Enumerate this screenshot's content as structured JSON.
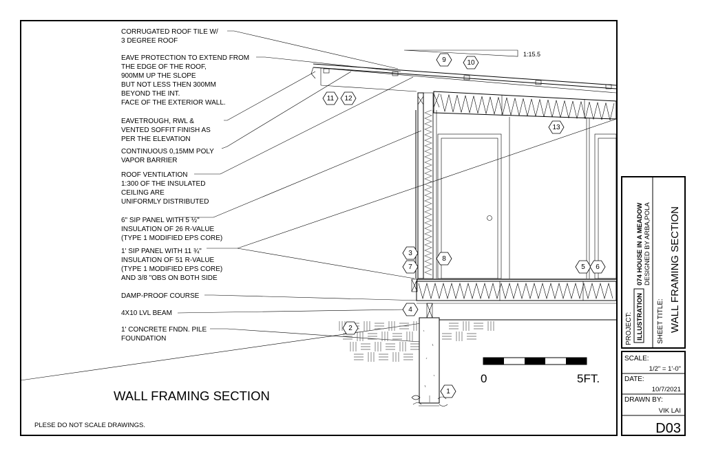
{
  "notes": {
    "roof_tile": [
      "CORRUGATED ROOF TILE W/",
      "3 DEGREE ROOF"
    ],
    "eave_protection": [
      "EAVE PROTECTION TO EXTEND FROM",
      "THE EDGE OF THE ROOF,",
      "900MM UP THE SLOPE",
      "BUT NOT LESS THEN 300MM",
      "BEYOND THE INT.",
      "FACE OF THE EXTERIOR WALL."
    ],
    "eavetrough": [
      "EAVETROUGH, RWL &",
      "VENTED SOFFIT  FINISH AS",
      "PER THE ELEVATION"
    ],
    "poly": [
      "CONTINUOUS 0,15MM POLY",
      "VAPOR BARRIER"
    ],
    "ventilation": [
      "ROOF VENTILATION",
      "1:300 OF THE INSULATED",
      "CEILING ARE",
      "UNIFORMLY DISTRIBUTED"
    ],
    "sip6": [
      "6\" SIP PANEL WITH 5 ½\"",
      "INSULATION OF 26 R-VALUE",
      "(TYPE 1 MODIFIED EPS CORE)"
    ],
    "sip1": [
      "1' SIP PANEL WITH 11 ¾\"",
      "INSULATION OF 51 R-VALUE",
      "(TYPE 1 MODIFIED EPS CORE)",
      "AND 3/8 \"OBS ON BOTH SIDE"
    ],
    "damp": [
      "DAMP-PROOF COURSE"
    ],
    "beam": [
      "4X10 LVL BEAM"
    ],
    "pile": [
      "1' CONCRETE FNDN. PILE",
      "FOUNDATION"
    ]
  },
  "tags": [
    "1",
    "2",
    "3",
    "4",
    "5",
    "6",
    "7",
    "8",
    "9",
    "10",
    "11",
    "12",
    "13"
  ],
  "slope_label": "1:15.5",
  "scale_bar": {
    "start": "0",
    "end": "5FT."
  },
  "drawing_title": "WALL FRAMING SECTION",
  "disclaimer": "PLESE DO NOT SCALE DRAWINGS.",
  "title_block": {
    "project_label": "PROJECT:",
    "project_badge": "ILLUSTRATION",
    "project_name": "074 HOUSE IN A MEADOW",
    "designer": "DESIGNED BY ARBA,POLA",
    "sheet_title_label": "SHEET TITLE:",
    "sheet_title": "WALL FRAMING SECTION",
    "scale_label": "SCALE:",
    "scale_value": "1/2\" = 1'-0\"",
    "date_label": "DATE:",
    "date_value": "10/7/2021",
    "drawn_by_label": "DRAWN BY:",
    "drawn_by_value": "VIK LAI",
    "sheet_number": "D03"
  }
}
